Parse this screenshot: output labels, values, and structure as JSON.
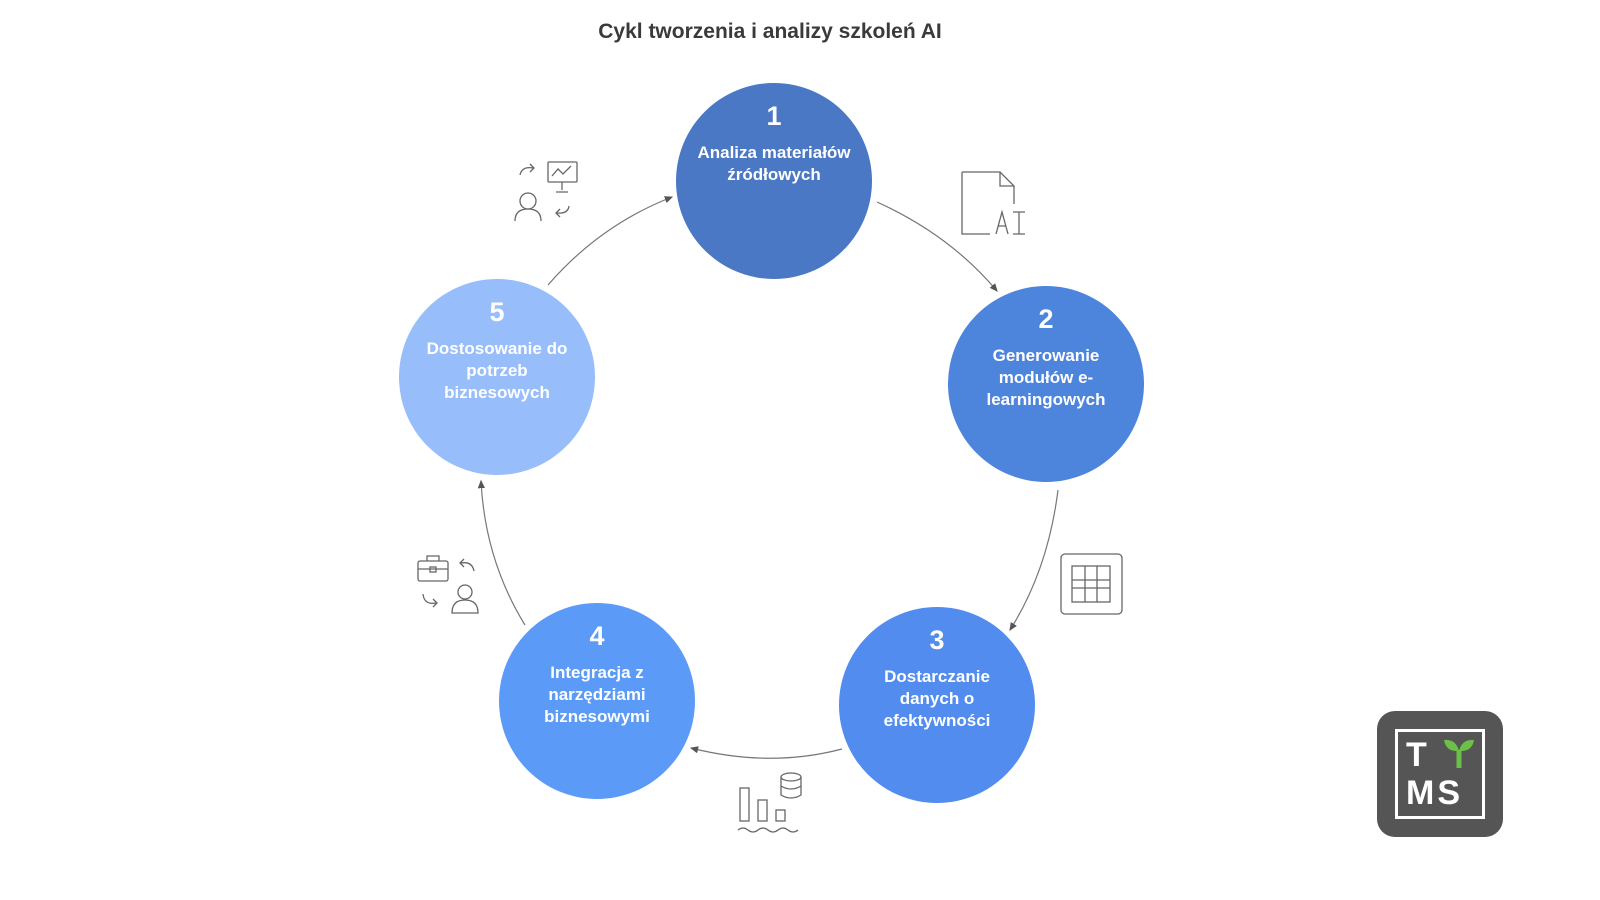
{
  "title": "Cykl tworzenia i analizy szkoleń AI",
  "steps": [
    {
      "number": "1",
      "label": "Analiza materiałów źródłowych",
      "color": "#4a78c4",
      "icon": "ai-document-icon"
    },
    {
      "number": "2",
      "label": "Generowanie modułów e-learningowych",
      "color": "#4d84dc",
      "icon": "grid-table-icon"
    },
    {
      "number": "3",
      "label": "Dostarczanie danych o efektywności",
      "color": "#528cee",
      "icon": "bar-chart-database-icon"
    },
    {
      "number": "4",
      "label": "Integracja z narzędziami biznesowymi",
      "color": "#5b9bf7",
      "icon": "briefcase-exchange-icon"
    },
    {
      "number": "5",
      "label": "Dostosowanie do potrzeb biznesowych",
      "color": "#97bdfa",
      "icon": "person-presentation-icon"
    }
  ],
  "logo": {
    "text_top": "T",
    "text_bottom": "MS",
    "accent": "#6cc04a"
  }
}
